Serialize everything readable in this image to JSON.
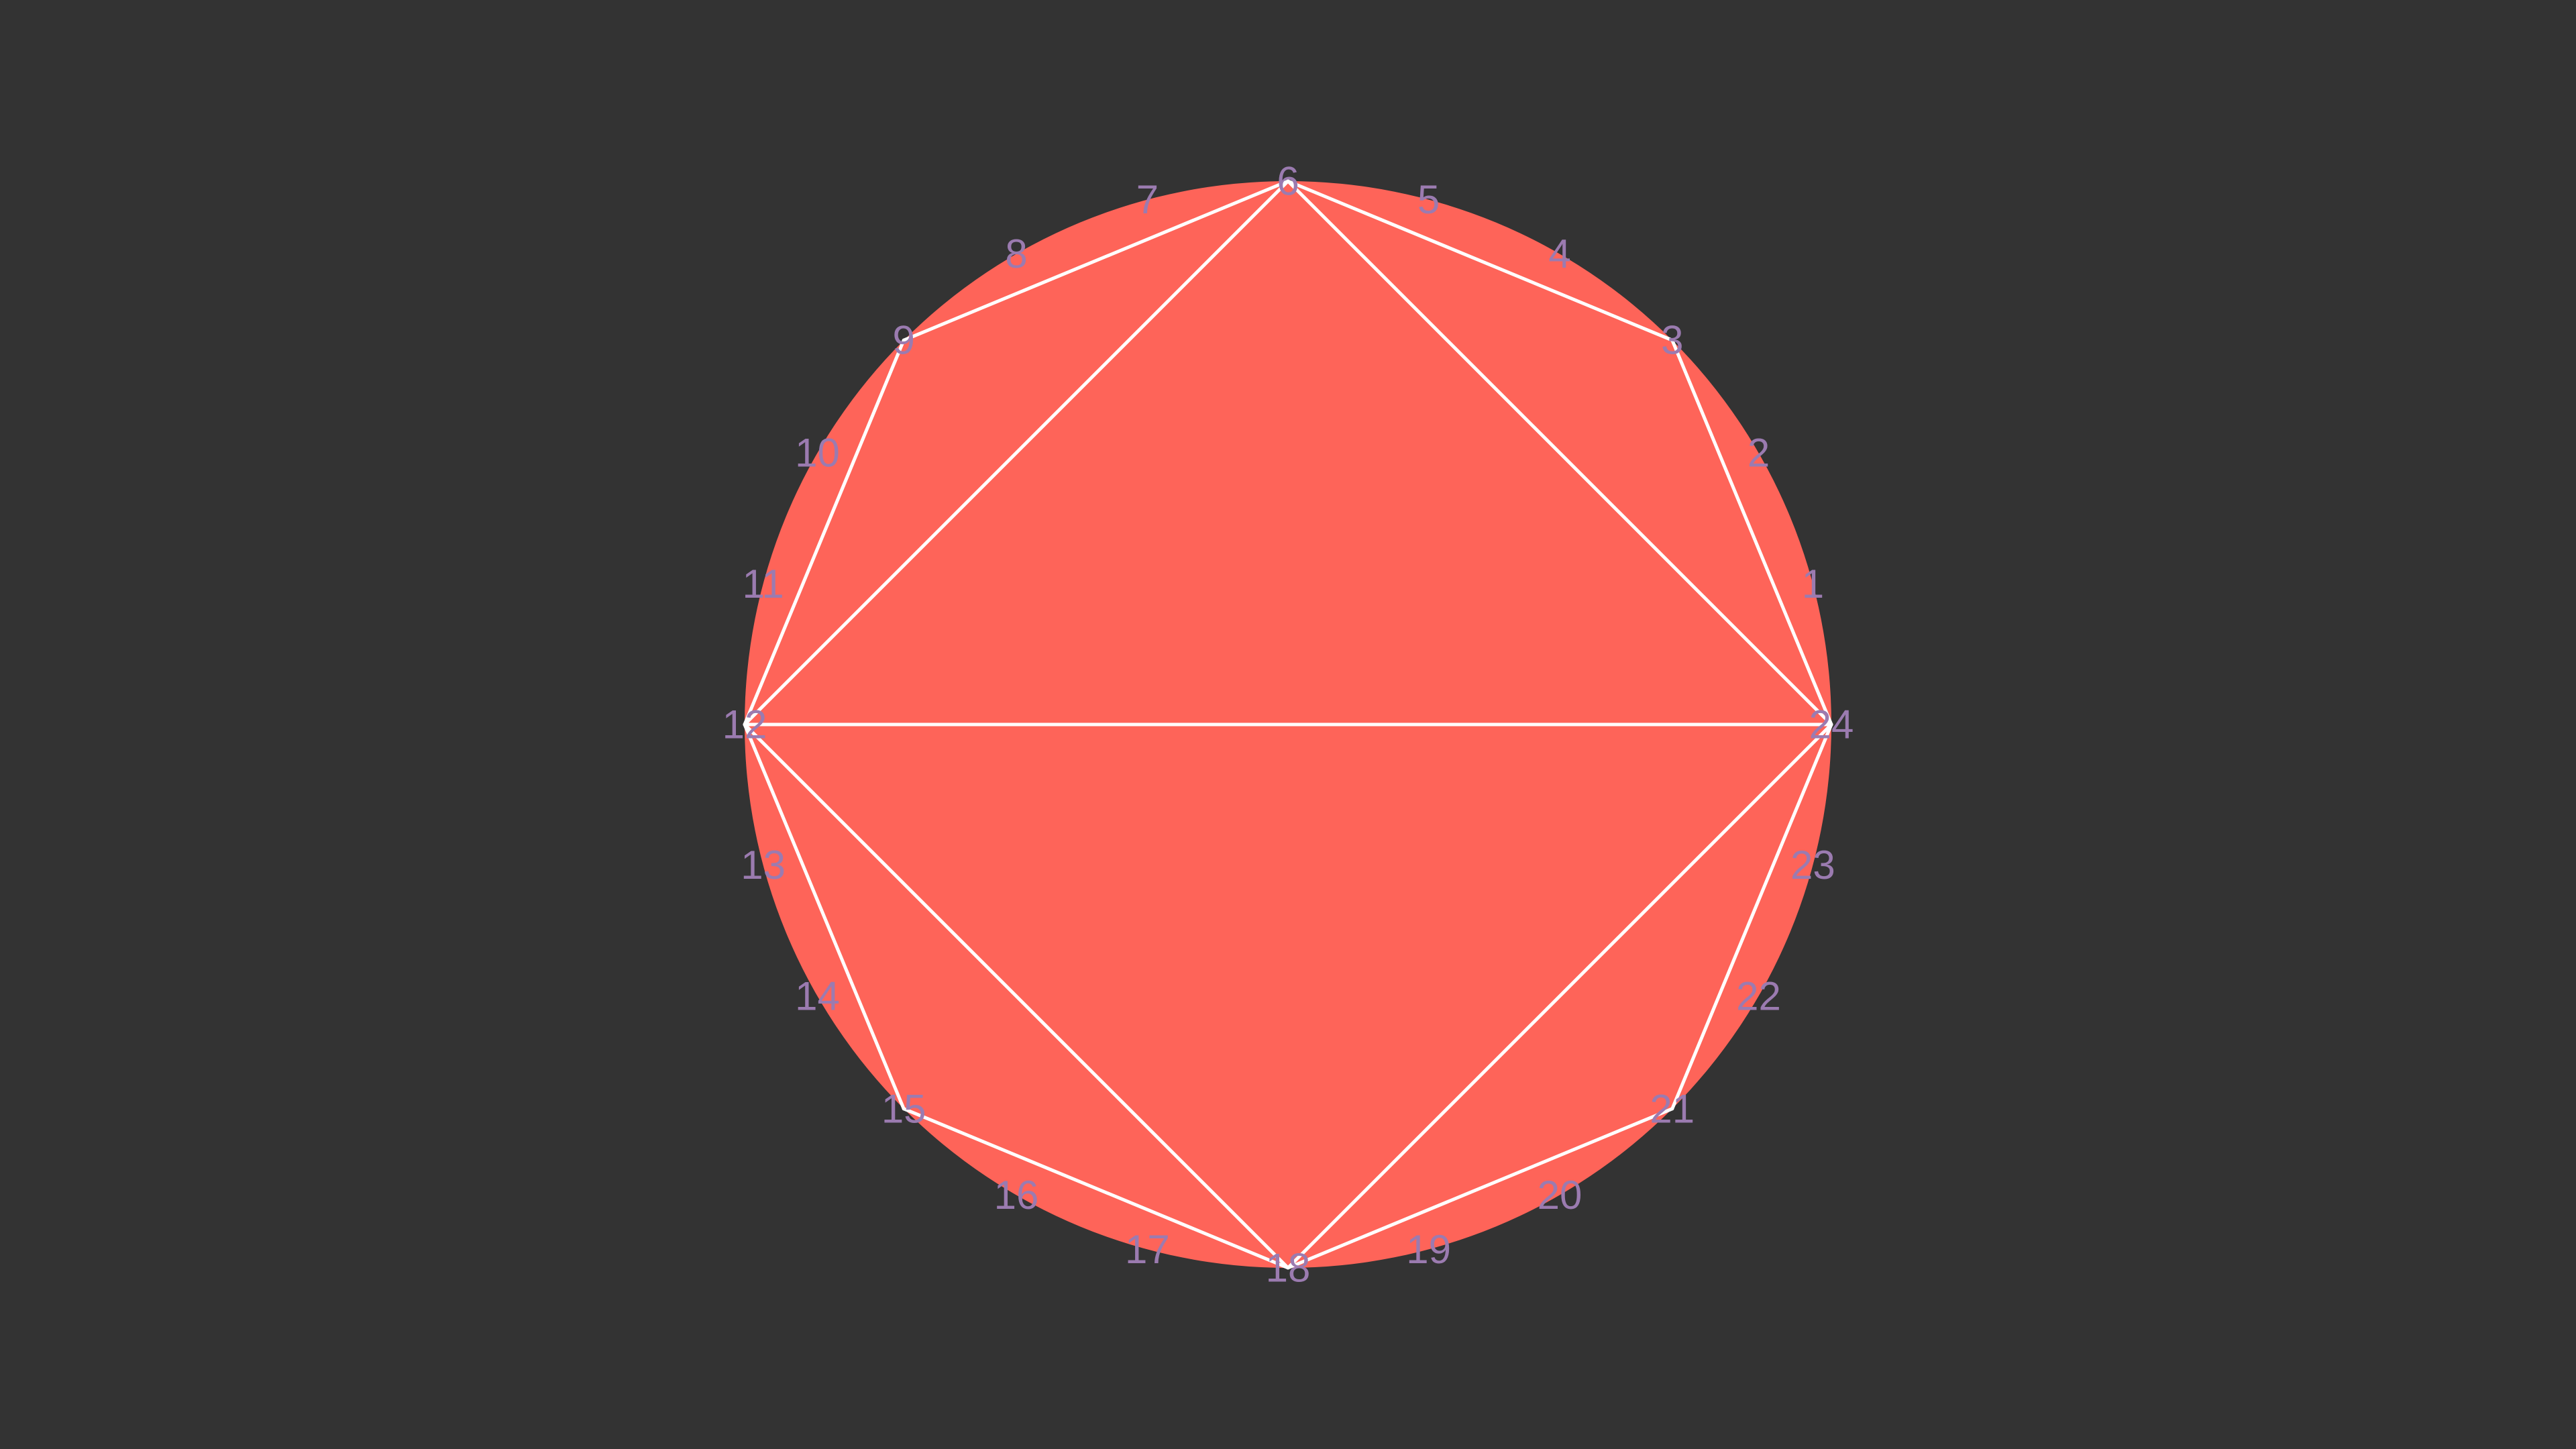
{
  "colors": {
    "background": "#333333",
    "circle_fill": "#fe6459",
    "chord_stroke": "#ffffff",
    "label_color": "#9b7bb0"
  },
  "diagram": {
    "type": "modular-circle-chord-diagram",
    "divisions": 24,
    "labels": [
      "1",
      "2",
      "3",
      "4",
      "5",
      "6",
      "7",
      "8",
      "9",
      "10",
      "11",
      "12",
      "13",
      "14",
      "15",
      "16",
      "17",
      "18",
      "19",
      "20",
      "21",
      "22",
      "23",
      "24"
    ],
    "path_sequence": [
      0,
      3,
      6,
      9,
      12,
      15,
      18,
      21,
      0,
      6,
      12,
      18,
      0,
      12
    ]
  }
}
